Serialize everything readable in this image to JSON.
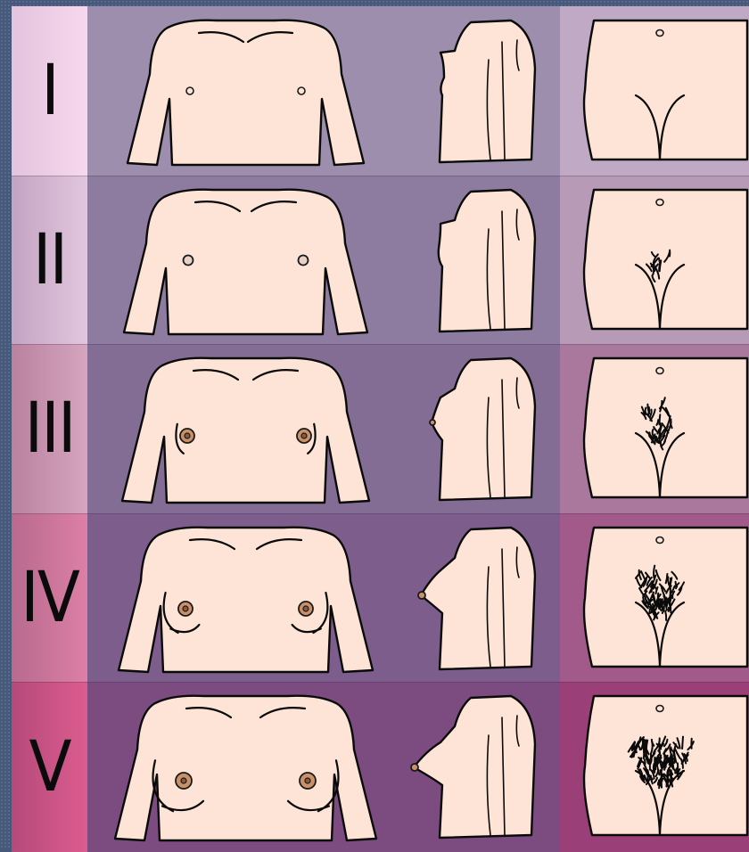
{
  "stages": [
    {
      "numeral": "I",
      "label_bg": [
        "#e3c3dd",
        "#f7d8ee"
      ],
      "row_bg": "#9c8eac",
      "pubic_bg": "#bfa9c4",
      "breast_level": 0,
      "hair_level": 0
    },
    {
      "numeral": "II",
      "label_bg": [
        "#c3a3c2",
        "#e2c6de"
      ],
      "row_bg": "#8e7ca0",
      "pubic_bg": "#b69ab6",
      "breast_level": 1,
      "hair_level": 1
    },
    {
      "numeral": "III",
      "label_bg": [
        "#b9829f",
        "#d6a5bf"
      ],
      "row_bg": "#846d94",
      "pubic_bg": "#a9789c",
      "breast_level": 2,
      "hair_level": 2
    },
    {
      "numeral": "IV",
      "label_bg": [
        "#b86a8e",
        "#dd7fa6"
      ],
      "row_bg": "#7d5d8b",
      "pubic_bg": "#a15a8a",
      "breast_level": 3,
      "hair_level": 3
    },
    {
      "numeral": "V",
      "label_bg": [
        "#b54a7a",
        "#dc5c8f"
      ],
      "row_bg": "#7c4c80",
      "pubic_bg": "#9b3f78",
      "breast_level": 4,
      "hair_level": 4
    }
  ],
  "colors": {
    "skin": "#fde4d6",
    "outline": "#0a0a0a",
    "frame": "#46597b"
  },
  "icons": {
    "front_view": "torso-front-icon",
    "side_view": "torso-side-icon",
    "pubic_view": "pubic-region-icon"
  }
}
